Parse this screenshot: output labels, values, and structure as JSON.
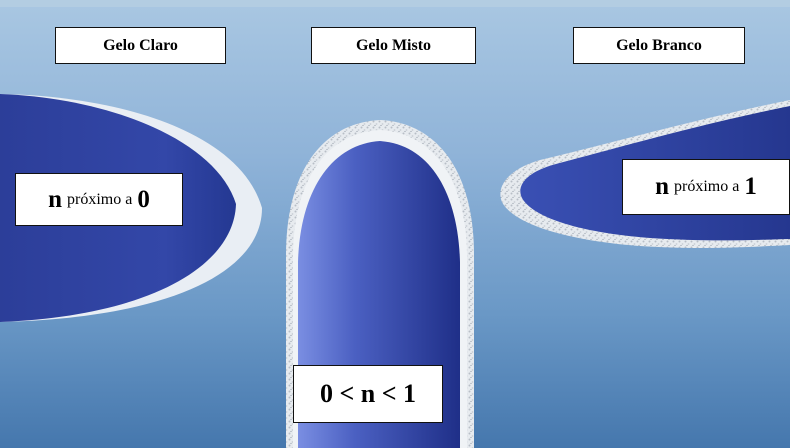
{
  "titles": {
    "clear": "Gelo Claro",
    "mixed": "Gelo Misto",
    "white": "Gelo Branco"
  },
  "labels": {
    "clear": {
      "var": "n",
      "middle": "próximo a",
      "value": "0"
    },
    "white": {
      "var": "n",
      "middle": "próximo a",
      "value": "1"
    },
    "mixed": {
      "range": "0 < n < 1"
    }
  },
  "colors": {
    "sky_top": "#a9c7e2",
    "sky_mid": "#6d9cc8",
    "sky_bottom": "#3f73ab",
    "airfoil_light": "#6f82dc",
    "airfoil_dark": "#1e2f86",
    "ice": "#eef2f6"
  }
}
